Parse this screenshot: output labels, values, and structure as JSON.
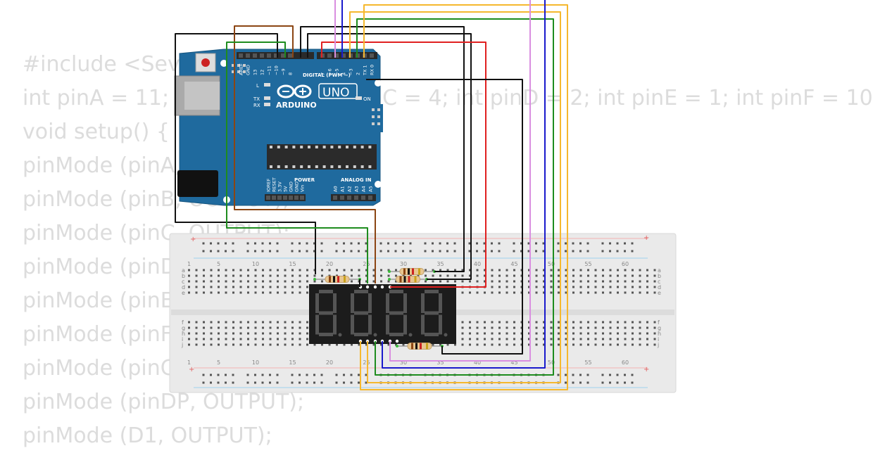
{
  "code_lines": [
    "#include <SevSeg.h>",
    "int pinA = 11; int pinB = 7; int pinC = 4; int pinD = 2; int pinE = 1; int pinF = 10",
    "void setup() {",
    "pinMode (pinA, OUTPUT);",
    "pinMode (pinB, OUTPUT);",
    "pinMode (pinC, OUTPUT);",
    "pinMode (pinD, OUTPUT);",
    "pinMode (pinE, OUTPUT);",
    "pinMode (pinF, OUTPUT);",
    "pinMode (pinG, OUTPUT);",
    "pinMode (pinDP, OUTPUT);",
    "pinMode (D1, OUTPUT);"
  ],
  "arduino": {
    "brand": "ARDUINO",
    "model": "UNO",
    "on_label": "ON",
    "l_label": "L",
    "tx_label": "TX",
    "rx_label": "RX",
    "digital_header": "DIGITAL (PWM ~)",
    "power_header": "POWER",
    "analog_header": "ANALOG IN",
    "digital_pins": [
      "AREF",
      "GND",
      "13",
      "12",
      "~11",
      "~10",
      "~9",
      "8",
      "7",
      "~6",
      "~5",
      "4",
      "~3",
      "2",
      "TX 1",
      "RX 0"
    ],
    "power_pins": [
      "IOREF",
      "RESET",
      "3.3V",
      "5V",
      "GND",
      "GND",
      "Vin"
    ],
    "analog_pins": [
      "A0",
      "A1",
      "A2",
      "A3",
      "A4",
      "A5"
    ]
  },
  "breadboard": {
    "column_numbers": [
      "1",
      "5",
      "10",
      "15",
      "20",
      "25",
      "30",
      "35",
      "40",
      "45",
      "50",
      "55",
      "60"
    ],
    "row_letters_top": [
      "a",
      "b",
      "c",
      "d",
      "e"
    ],
    "row_letters_bottom": [
      "f",
      "g",
      "h",
      "i",
      "j"
    ],
    "plus": "+",
    "minus": "−"
  },
  "display": {
    "digits": 4
  },
  "colors": {
    "wire_black": "#111111",
    "wire_brown": "#8b4513",
    "wire_green": "#1e8c1e",
    "wire_red": "#e02020",
    "wire_violet": "#d98ee0",
    "wire_blue": "#1a1acc",
    "wire_yellow": "#f5b82e",
    "board_blue": "#1f6a9e",
    "display_body": "#1c1c1c"
  }
}
